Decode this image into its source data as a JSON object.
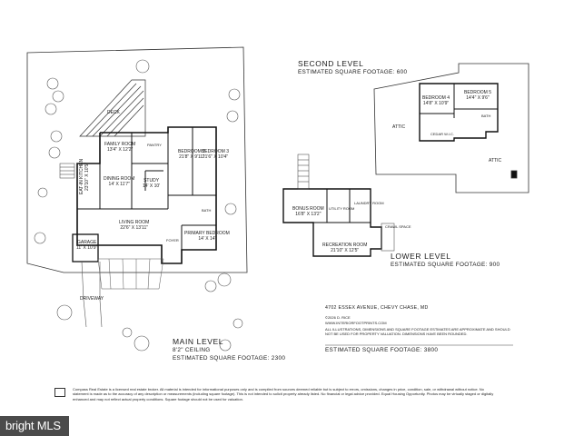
{
  "main_level": {
    "title": "MAIN LEVEL",
    "ceiling": "8'2\" CEILING",
    "sqft": "ESTIMATED SQUARE FOOTAGE: 2300",
    "rooms": {
      "deck": "DECK",
      "family_room": "FAMILY ROOM",
      "family_room_dim": "13'4\" X 12'2\"",
      "pantry": "PANTRY",
      "eat_in_kitchen": "EAT-IN KITCHEN",
      "eat_in_kitchen_dim": "23'10\" X 10'5\"",
      "dining_room": "DINING ROOM",
      "dining_room_dim": "14' X 11'7\"",
      "study": "STUDY",
      "study_dim": "14' X 10'",
      "bedroom2": "BEDROOM 2",
      "bedroom2_dim": "21'8\" X 9'11\"",
      "bedroom3": "BEDROOM 3",
      "bedroom3_dim": "21'6\" X 10'4\"",
      "living_room": "LIVING ROOM",
      "living_room_dim": "22'6\" X 13'11\"",
      "bath": "BATH",
      "foyer": "FOYER",
      "primary_bedroom": "PRIMARY BEDROOM",
      "primary_bedroom_dim": "14' X 14'",
      "garage": "GARAGE",
      "garage_dim": "11' X 10'9\"",
      "driveway": "DRIVEWAY"
    }
  },
  "second_level": {
    "title": "SECOND LEVEL",
    "sqft": "ESTIMATED SQUARE FOOTAGE: 600",
    "rooms": {
      "bedroom4": "BEDROOM 4",
      "bedroom4_dim": "14'8\" X 10'9\"",
      "bedroom5": "BEDROOM 5",
      "bedroom5_dim": "14'4\" X 9'6\"",
      "bath": "BATH",
      "cedar_wic": "CEDAR W.I.C.",
      "attic_left": "ATTIC",
      "attic_right": "ATTIC"
    }
  },
  "lower_level": {
    "title": "LOWER LEVEL",
    "sqft": "ESTIMATED SQUARE FOOTAGE: 900",
    "rooms": {
      "bonus_room": "BONUS ROOM",
      "bonus_room_dim": "16'8\" X 13'2\"",
      "utility_room": "UTILITY ROOM",
      "laundry_room": "LAUNDRY ROOM",
      "recreation_room": "RECREATION ROOM",
      "recreation_room_dim": "21'10\" X 12'5\"",
      "crawl_space": "CRAWL SPACE"
    }
  },
  "info": {
    "address": "4702 ESSEX AVENUE, CHEVY CHASE, MD",
    "copyright": "©2026 D. RICE",
    "website": "WWW.INTERIORFOOTPRINTS.COM",
    "notice": "ALL ILLUSTRATIONS, DIMENSIONS AND SQUARE FOOTAGE ESTIMATES ARE APPROXIMATE AND SHOULD NOT BE USED FOR PROPERTY VALUATION. DIMENSIONS HAVE BEEN ROUNDED.",
    "total_sqft": "ESTIMATED SQUARE FOOTAGE: 3800"
  },
  "disclaimer": "Compass Real Estate is a licensed real estate broker. All material is intended for informational purposes only and is compiled from sources deemed reliable but is subject to errors, omissions, changes in price, condition, sale, or withdrawal without notice. No statement is made as to the accuracy of any description or measurements (including square footage). This is not intended to solicit property already listed. No financial or legal advice provided. Equal Housing Opportunity. Photos may be virtually staged or digitally enhanced and may not reflect actual property conditions. Square footage should not be used for valuation.",
  "brand": "bright MLS"
}
